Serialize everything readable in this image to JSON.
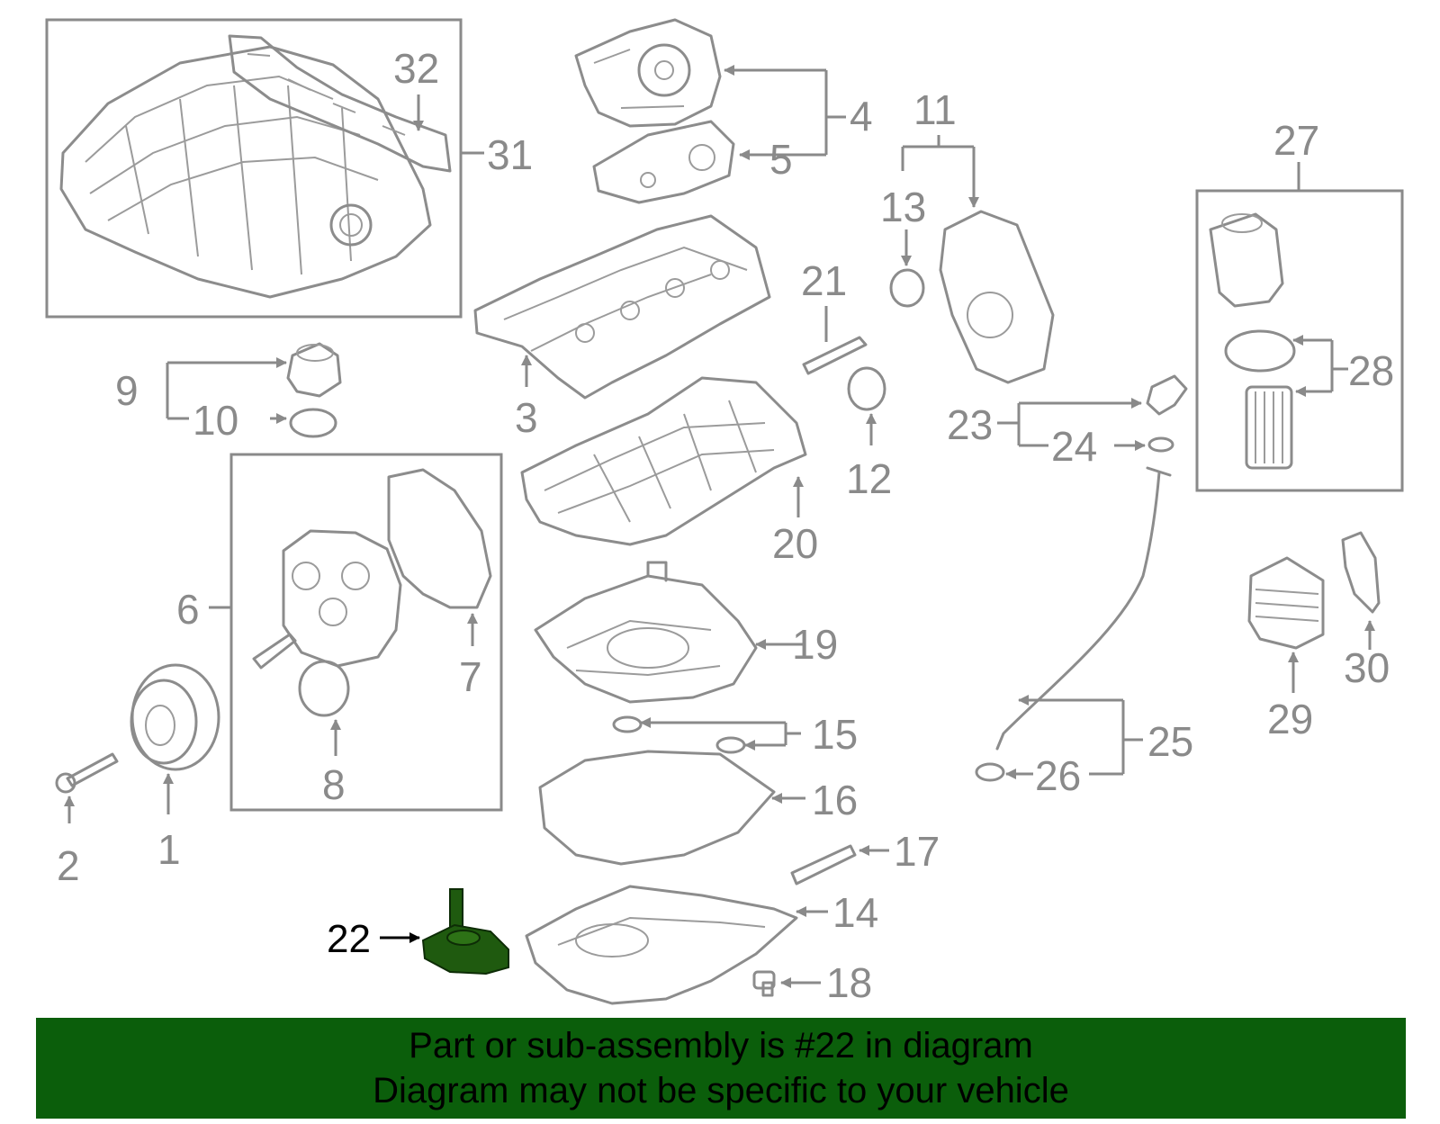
{
  "callouts": {
    "c1": "1",
    "c2": "2",
    "c3": "3",
    "c4": "4",
    "c5": "5",
    "c6": "6",
    "c7": "7",
    "c8": "8",
    "c9": "9",
    "c10": "10",
    "c11": "11",
    "c12": "12",
    "c13": "13",
    "c14": "14",
    "c15": "15",
    "c16": "16",
    "c17": "17",
    "c18": "18",
    "c19": "19",
    "c20": "20",
    "c21": "21",
    "c22": "22",
    "c23": "23",
    "c24": "24",
    "c25": "25",
    "c26": "26",
    "c27": "27",
    "c28": "28",
    "c29": "29",
    "c30": "30",
    "c31": "31",
    "c32": "32"
  },
  "highlight": {
    "part_number": "22",
    "color": "#1f5a0f"
  },
  "banner": {
    "line1": "Part or sub-assembly is #22 in diagram",
    "line2": "Diagram may not be specific to your vehicle",
    "background": "#0b5e0b"
  }
}
